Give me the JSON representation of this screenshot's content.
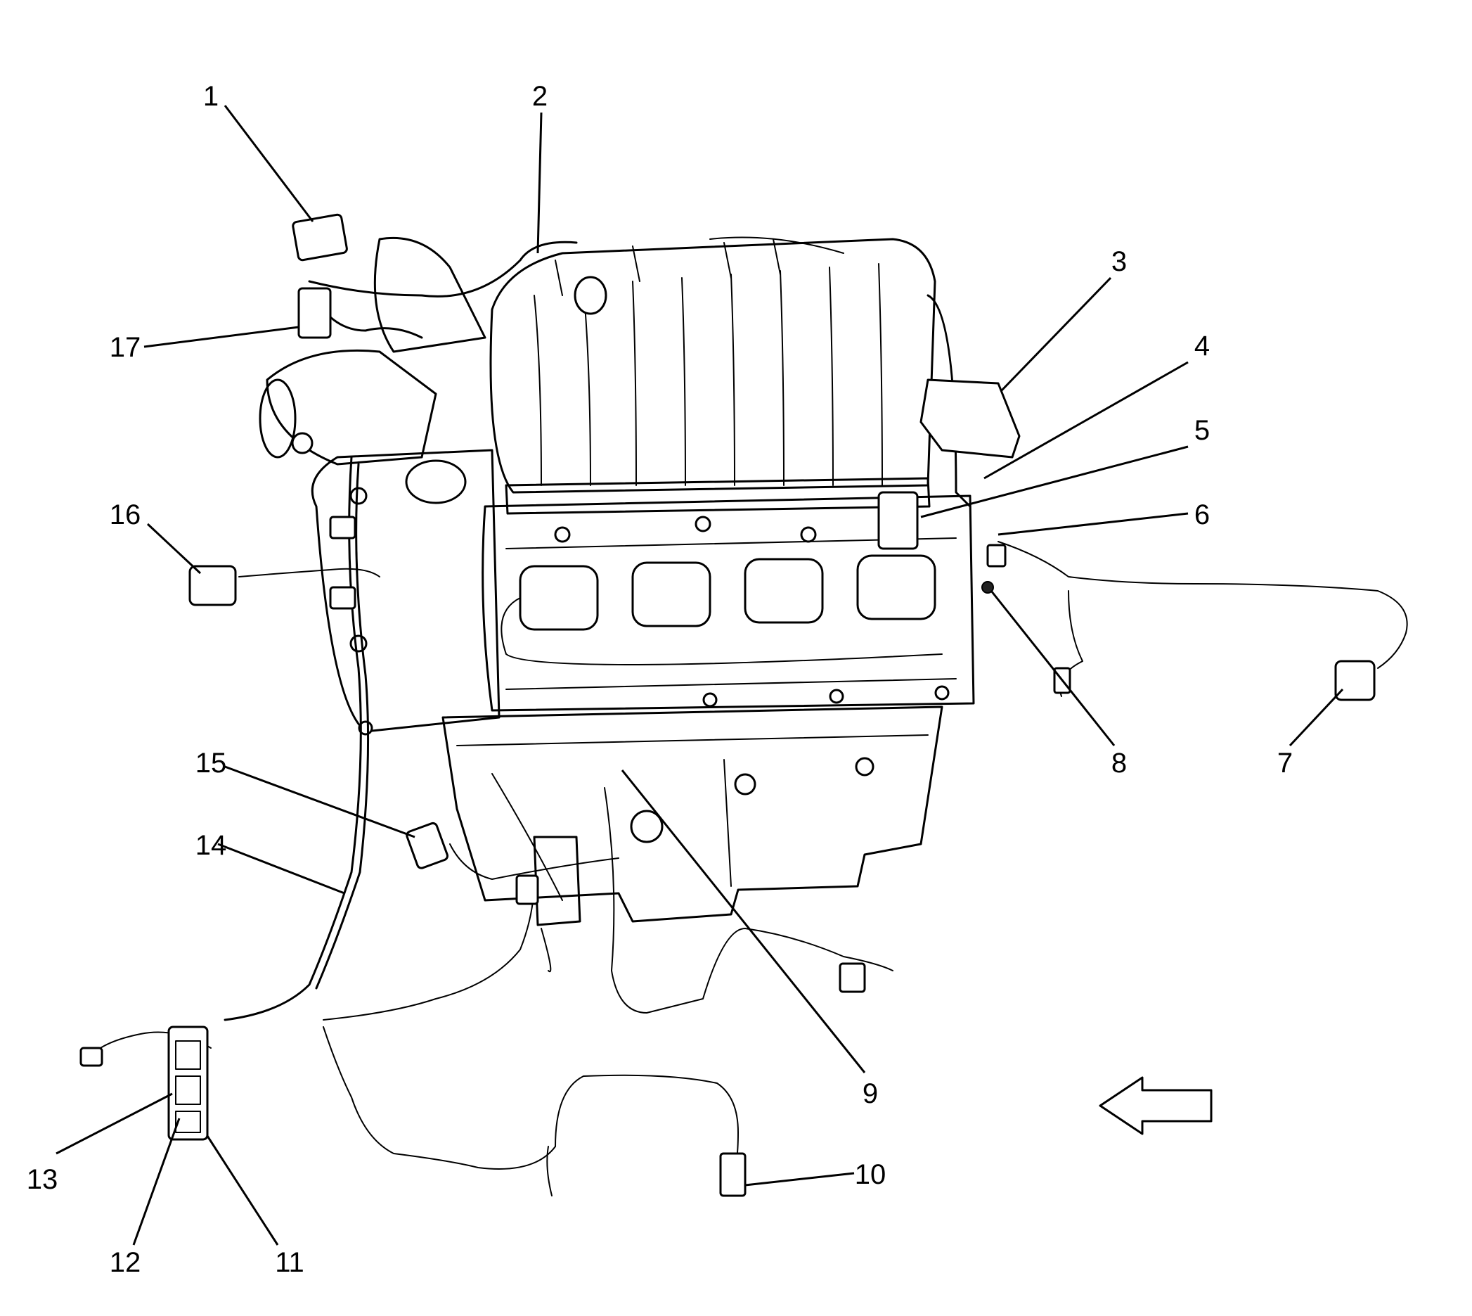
{
  "callouts": [
    "1",
    "2",
    "3",
    "4",
    "5",
    "6",
    "7",
    "8",
    "9",
    "10",
    "11",
    "12",
    "13",
    "14",
    "15",
    "16",
    "17"
  ],
  "icons": {
    "direction": "front-arrow-icon"
  },
  "colors": {
    "ink": "#000000",
    "paper": "#ffffff"
  }
}
